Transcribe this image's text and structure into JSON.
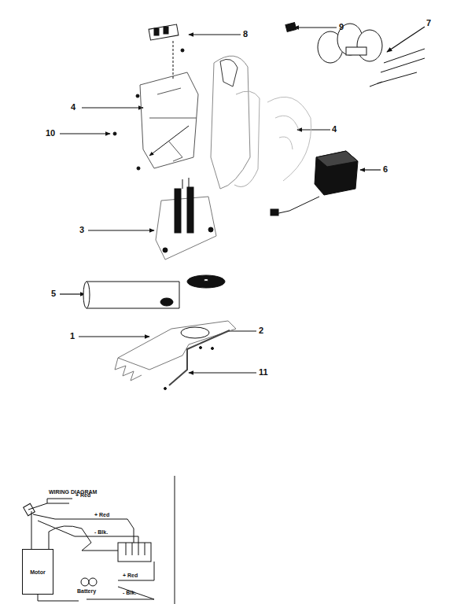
{
  "diagram": {
    "nodes": [
      {
        "text": [
          "Motor"
        ]
      },
      {
        "text": [
          "Battery"
        ]
      }
    ],
    "labels": [
      "8",
      "9",
      "7",
      "4",
      "4",
      "10",
      "6",
      "3",
      "5",
      "1",
      "2",
      "11",
      "WIRING DIAGRAM",
      "+ Red",
      "+ Red",
      "- Blk.",
      "+ Red",
      "- Blk."
    ]
  }
}
